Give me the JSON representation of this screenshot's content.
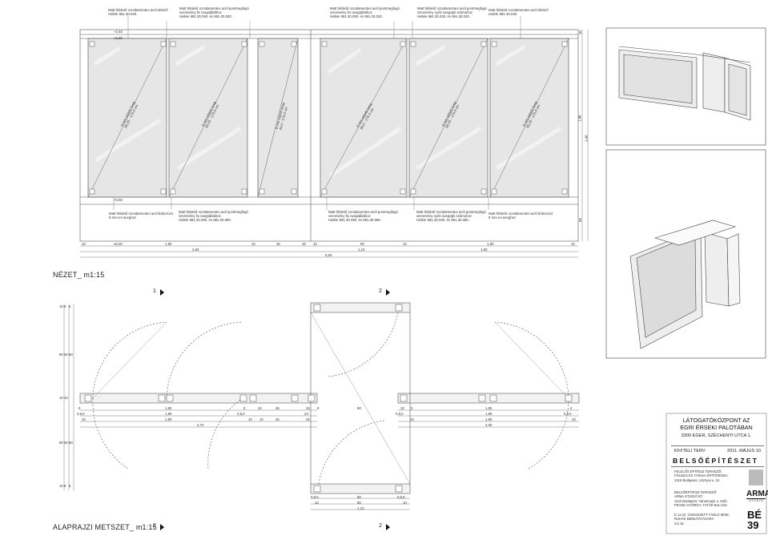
{
  "elevation": {
    "title": "NÉZET_ m1:15",
    "top_notes": [
      "Matt felületű rozsdamentes acél ütköző\nHafele 981.30.040.",
      "Matt felületű rozsdamentes acél pontmegfogó\nszerelvény fix üvegtáblához\nHafele 981.30.090. és 981.30.020.",
      "Matt felületű rozsdamentes acél pontmegfogó\nszerelvény fix üvegtáblához\nHafele 981.30.090. és 981.30.020.",
      "Matt felületű rozsdamentes acél pontmegfogó\nszerelvény nyíló üvegajtó szárnyhoz\nHafele 981.30.030. és 981.30.020.",
      "Matt felületű rozsdamentes acél ütköző\nHafele 981.30.040."
    ],
    "bottom_notes": [
      "Matt felületű rozsdamentes acél búbcsúzó\n8 mm-es üveghez",
      "Matt felületű rozsdamentes acél pontmegfogó\nszerelvény fix üvegtáblához\nHafele 981.30.090. és 981.30.080.",
      "Matt felületű rozsdamentes acél pontmegfogó\nszerelvény fix üvegtáblához\nHafele 981.30.090. és 981.30.080.",
      "Matt felületű rozsdamentes acél pontmegfogó\nszerelvény nyíló üvegajtó szárnyhoz\nHafele 981.30.030. és 981.30.080.",
      "Matt felületű rozsdamentes acél búbcsúzó\n8 mm-es üveghez"
    ],
    "levels": [
      "+2,40",
      "+2,30",
      "+0,50",
      "±0,00"
    ],
    "glass_labels": [
      "8 mm edzett üveg\n96,25 - 175,0 cm",
      "8 mm edzett üveg\n96,25 - 175,0 cm",
      "8 mm edzett üveg\n44,0 - 175,0 cm",
      "8 mm edzett üveg\n86,0 - 175,0 cm",
      "8 mm edzett üveg\n86,25 - 175,0 cm",
      "8 mm edzett üveg\n86,25 - 175,0 cm"
    ],
    "dims_row1": [
      "10",
      "1,80",
      "10",
      "45",
      "15",
      "10",
      "90",
      "10",
      "1,80",
      "10"
    ],
    "dims_row2": [
      "2,60",
      "1,10",
      "1,90"
    ],
    "dims_row3": [
      "5,60"
    ],
    "side_dims": [
      "10",
      "1,80",
      "2,40",
      "50"
    ]
  },
  "plan": {
    "title": "ALAPRAJZI METSZET_ m1:15",
    "section_marks": [
      "1",
      "2",
      "1",
      "2"
    ],
    "left_vertical_dims": [
      "10",
      "8",
      "5",
      "90",
      "90",
      "90",
      "15",
      "10",
      "90",
      "90",
      "90",
      "10",
      "8",
      "5"
    ],
    "dims_left": [
      "5",
      "1,80",
      "5",
      "0,8,0",
      "1,80",
      "0,8,0",
      "10",
      "1,80",
      "10",
      "2,70"
    ],
    "dims_mid": [
      "10",
      "45",
      "15",
      "23",
      "90",
      "5",
      "10",
      "45",
      "10",
      "25"
    ],
    "dims_right": [
      "5",
      "1,80",
      "5",
      "0,8,0",
      "1,80",
      "0,8,0",
      "10",
      "1,80",
      "10",
      "2,00"
    ],
    "dims_bottom": [
      "0,8,0",
      "90",
      "0,8,0",
      "10",
      "90",
      "10",
      "1,10"
    ]
  },
  "title_block": {
    "project_line1": "LÁTOGATÓKÖZPONT AZ",
    "project_line2": "EGRI ÉRSEKI PALOTÁBAN",
    "city": "3300 EGER, SZÉCHENYI UTCA 1.",
    "plan_type": "KIVITELI TERV",
    "date": "2011. MÁJUS 10.",
    "brand": "BELSŐÉPÍTÉSZET",
    "lead_designer": "FELELŐS ÉPÍTÉSZ TERVEZŐ:\nFÖLDES ÉS TÁRSAI ÉPÍTŐIRODA\n1016 Budapest, Lisznyai u. 24.",
    "interior_designer": "BELSŐÉPÍTÉSZ TERVEZŐ:\nARMA STÚDIÓ BT.\n1122 Budapest, Városmajor u. 53/b.\nFRANK GYÖRGY, TATÁR BALÁZS",
    "sheet_desc": "E 11.02. ÜVEGEZETT TÁRLÓ MISE-\nRUHÁK BEMUTATÁSÁRA\nm1:15",
    "sheet_code_1": "BÉ",
    "sheet_code_2": "39",
    "logo_text": "ARMA",
    "logo_sub": "S T Ú D I Ó"
  }
}
